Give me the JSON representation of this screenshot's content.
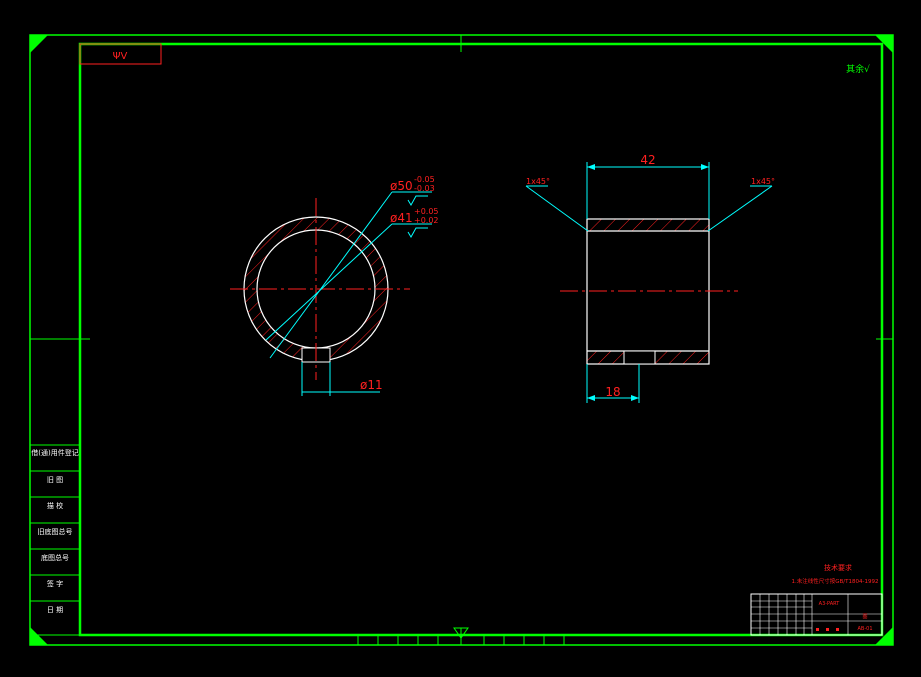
{
  "colors": {
    "frame": "#00ff00",
    "dimension": "#00ffff",
    "text_red": "#ff2020",
    "outline": "#ffffff",
    "hatch": "#ff2020",
    "background": "#000000"
  },
  "corner_label": "ΨV",
  "roughness_note": "其余√",
  "dimensions": {
    "outer_diameter": "ø50",
    "outer_tol_upper": "-0.05",
    "outer_tol_lower": "-0.03",
    "inner_diameter": "ø41",
    "inner_tol_upper": "+0.05",
    "inner_tol_lower": "+0.02",
    "hole_diameter": "ø11",
    "length": "42",
    "chamfer_left": "1x45°",
    "chamfer_right": "1x45°",
    "hole_position": "18"
  },
  "side_table": [
    "借(通)用件登记",
    "旧 图",
    "描 校",
    "旧底图总号",
    "底图总号",
    "签 字",
    "日 期"
  ],
  "tech_requirements": {
    "title": "技术要求",
    "line1": "1.未注线性尺寸按GB/T1804-1992"
  },
  "title_block": {
    "center": "A3-PART",
    "right_top": "图",
    "right_bottom": "AB-01"
  }
}
